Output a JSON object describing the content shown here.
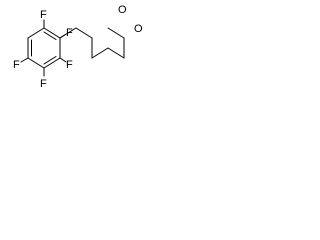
{
  "molecule": {
    "atom_labels": {
      "f1": "F",
      "f2": "F",
      "f3": "F",
      "f4": "F",
      "f5": "F",
      "o_carbonyl": "O",
      "o_ester": "O"
    }
  },
  "colors": {
    "bond": "#000000",
    "label": "#000000",
    "background": "#ffffff"
  }
}
